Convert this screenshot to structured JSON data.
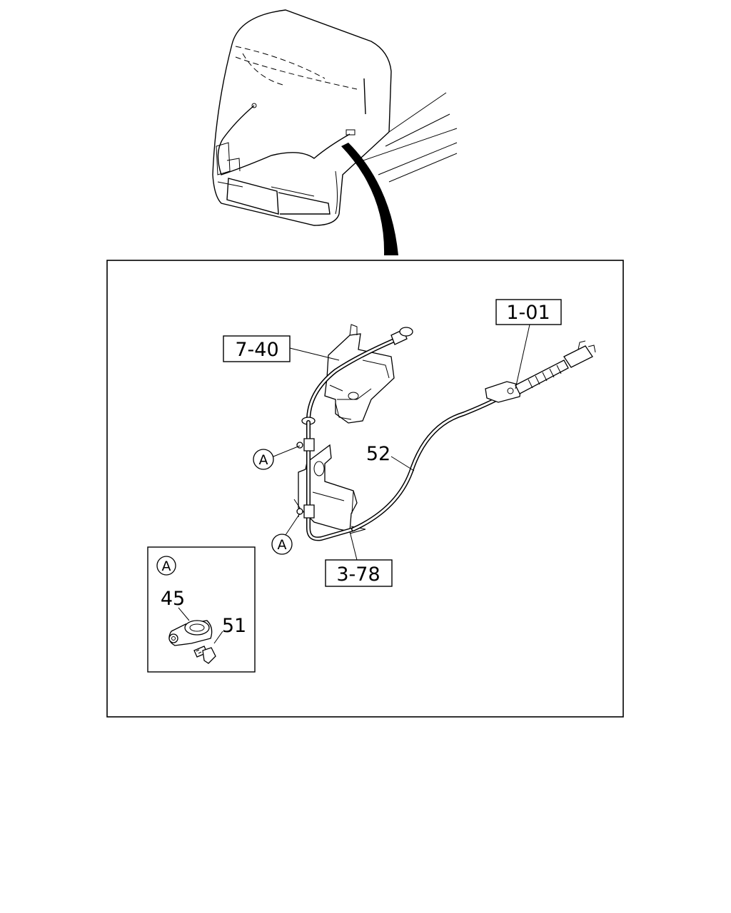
{
  "callouts": {
    "ref_1_01": "1-01",
    "ref_7_40": "7-40",
    "ref_3_78": "3-78",
    "part_52": "52",
    "part_45": "45",
    "part_51": "51",
    "marker_a_upper": "A",
    "marker_a_lower": "A",
    "detail_marker": "A"
  },
  "icons": {
    "cab_overview": "truck-cab-icon",
    "pointer": "curved-pointer-icon"
  },
  "colors": {
    "ink": "#000000",
    "paper": "#ffffff"
  }
}
